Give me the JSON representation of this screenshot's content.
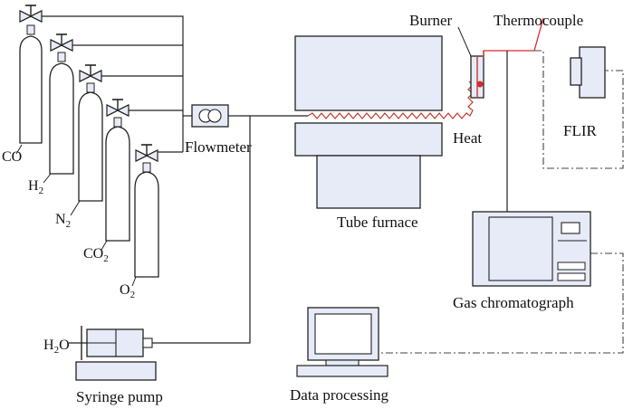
{
  "labels": {
    "burner": "Burner",
    "thermocouple": "Thermocouple",
    "heat": "Heat",
    "flir": "FLIR",
    "flowmeter": "Flowmeter",
    "tube_furnace": "Tube furnace",
    "gas_chromatograph": "Gas chromatograph",
    "syringe_pump": "Syringe pump",
    "data_processing": "Data processing"
  },
  "cylinders": [
    {
      "base": "CO",
      "sub": ""
    },
    {
      "base": "H",
      "sub": "2"
    },
    {
      "base": "N",
      "sub": "2"
    },
    {
      "base": "CO",
      "sub": "2"
    },
    {
      "base": "O",
      "sub": "2"
    }
  ],
  "water": {
    "base": "H",
    "sub": "2",
    "tail": "O"
  },
  "colors": {
    "equipment_fill": "#e6ebf7",
    "line": "#222222",
    "heated_line": "#c0392b",
    "thermocouple_wire": "#d62b2b"
  }
}
